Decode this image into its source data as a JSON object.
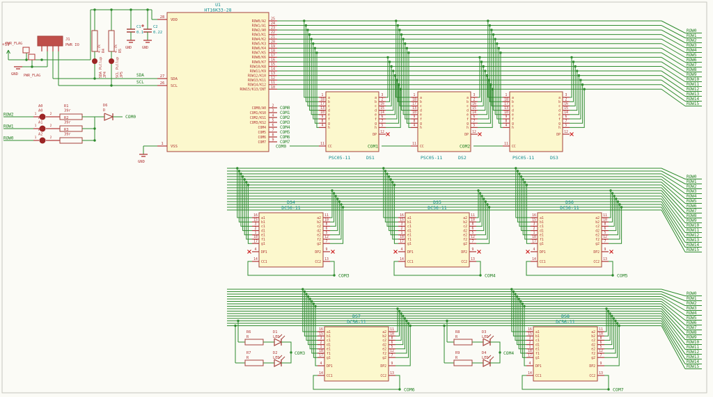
{
  "colors": {
    "wire": "#2e8b2e",
    "outline": "#a5423c",
    "fill": "#fcf8cd",
    "pin": "#b03434",
    "ref": "#0c8b8b",
    "val": "#b03434",
    "net": "#1e7d1e",
    "nc": "#cc2222",
    "frame": "#c6c6bd",
    "bg": "#fbfbf6",
    "conn_fill": "#bf4f4a",
    "jumper_fill": "#9b2424"
  },
  "power": {
    "v5": "+5V",
    "gnd": "GND",
    "flag": "PWR_FLAG",
    "j1_ref": "J1",
    "j1_val": "PWR IO",
    "r4_ref": "R4",
    "r4_val": "4.7k",
    "jp4_ref": "JP4",
    "jp4_val": "SDA Pullup",
    "r5_ref": "R5",
    "r5_val": "4.7k",
    "jp5_ref": "JP5",
    "jp5_val": "SCL Pullup",
    "c1_ref": "C1",
    "c1_val": "0.1",
    "c2_ref": "C2",
    "c2_val": "0.22",
    "sda": "SDA",
    "scl": "SCL"
  },
  "ic": {
    "ref": "U1",
    "part": "HT16K33-28",
    "left": [
      {
        "n": "VDD",
        "p": "28"
      },
      {
        "n": "SDA",
        "p": "27"
      },
      {
        "n": "SCL",
        "p": "26"
      },
      {
        "n": "VSS",
        "p": "1"
      }
    ],
    "rows": [
      {
        "n": "ROW0/A2",
        "p": "25"
      },
      {
        "n": "ROW1/A1",
        "p": "24"
      },
      {
        "n": "ROW2/A0",
        "p": "23"
      },
      {
        "n": "ROW3/K1",
        "p": "22"
      },
      {
        "n": "ROW4/K2",
        "p": "21"
      },
      {
        "n": "ROW5/K3",
        "p": "20"
      },
      {
        "n": "ROW6/K4",
        "p": "19"
      },
      {
        "n": "ROW7/K5",
        "p": "18"
      },
      {
        "n": "ROW8/K6",
        "p": "17"
      },
      {
        "n": "ROW9/K7",
        "p": "16"
      },
      {
        "n": "ROW10/K8",
        "p": "15"
      },
      {
        "n": "ROW11/K9",
        "p": "14"
      },
      {
        "n": "ROW12/K10",
        "p": "13"
      },
      {
        "n": "ROW13/K11",
        "p": "12"
      },
      {
        "n": "ROW14/K12",
        "p": "11"
      },
      {
        "n": "ROW15/K13/INT",
        "p": "10"
      }
    ],
    "coms": [
      {
        "n": "COM0/A0",
        "p": "2",
        "net": "COM0"
      },
      {
        "n": "COM1/KS0",
        "p": "3",
        "net": "COM1"
      },
      {
        "n": "COM2/KS1",
        "p": "4",
        "net": "COM2"
      },
      {
        "n": "COM3/KS2",
        "p": "5",
        "net": "COM3"
      },
      {
        "n": "COM4",
        "p": "6",
        "net": "COM4"
      },
      {
        "n": "COM5",
        "p": "7",
        "net": "COM5"
      },
      {
        "n": "COM6",
        "p": "8",
        "net": "COM6"
      },
      {
        "n": "COM7",
        "p": "9",
        "net": "COM7"
      }
    ]
  },
  "adr": {
    "rows": [
      {
        "net": "ROW2",
        "jr": "A0",
        "jv": "A0",
        "rr": "R1",
        "rv": "39r"
      },
      {
        "net": "ROW1",
        "jr": "A1",
        "jv": "A1",
        "rr": "R2",
        "rv": "39r"
      },
      {
        "net": "ROW0",
        "jr": "A2",
        "jv": "A2",
        "rr": "R3",
        "rv": "39r"
      }
    ],
    "p1": "1",
    "p2": "2",
    "dr": "D6",
    "dv": "D",
    "net": "COM0"
  },
  "nets": [
    "ROW0",
    "ROW1",
    "ROW2",
    "ROW3",
    "ROW4",
    "ROW5",
    "ROW6",
    "ROW7",
    "ROW8",
    "ROW9",
    "ROW10",
    "ROW11",
    "ROW12",
    "ROW13",
    "ROW14",
    "ROW15"
  ],
  "sd": {
    "part": "PSC05-11",
    "cc": "CC",
    "ccp": "11",
    "dp": "DP",
    "dpp": "12",
    "L": [
      [
        "a",
        "1"
      ],
      [
        "b",
        "18"
      ],
      [
        "c",
        "17"
      ],
      [
        "d",
        "13"
      ],
      [
        "e",
        "10"
      ],
      [
        "f",
        "9"
      ],
      [
        "g",
        "8"
      ],
      [
        "h",
        "4"
      ]
    ],
    "R": [
      [
        "a",
        "3"
      ],
      [
        "b",
        "2"
      ],
      [
        "c",
        "16"
      ],
      [
        "d",
        "15"
      ],
      [
        "e",
        "14"
      ],
      [
        "f",
        "6"
      ],
      [
        "g",
        "7"
      ],
      [
        "h",
        "5"
      ]
    ],
    "units": [
      {
        "ref": "DS1",
        "net": "COM0"
      },
      {
        "ref": "DS2",
        "net": "COM1"
      },
      {
        "ref": "DS3",
        "net": "COM2"
      }
    ]
  },
  "dd": {
    "part": "DC56-11",
    "cc1": "CC1",
    "cc1p": "14",
    "cc2": "CC2",
    "cc2p": "13",
    "dp1": "DP1",
    "dp1p": "4",
    "dp2": "DP2",
    "dp2p": "9",
    "L": [
      [
        "a1",
        "16"
      ],
      [
        "b1",
        "15"
      ],
      [
        "c1",
        "3"
      ],
      [
        "d1",
        "2"
      ],
      [
        "e1",
        "1"
      ],
      [
        "f1",
        "18"
      ],
      [
        "g1",
        "17"
      ]
    ],
    "R": [
      [
        "a2",
        "11"
      ],
      [
        "b2",
        "10"
      ],
      [
        "c2",
        "8"
      ],
      [
        "d2",
        "6"
      ],
      [
        "e2",
        "5"
      ],
      [
        "f2",
        "12"
      ],
      [
        "g2",
        "7"
      ]
    ],
    "mid": [
      {
        "ref": "DS4",
        "net": "COM3"
      },
      {
        "ref": "DS5",
        "net": "COM4"
      },
      {
        "ref": "DS6",
        "net": "COM5"
      }
    ],
    "bot": [
      {
        "ref": "DS7",
        "net": "COM6"
      },
      {
        "ref": "DS8",
        "net": "COM7"
      }
    ]
  },
  "leds": [
    {
      "r1": "R6",
      "r1v": "R",
      "d1": "D1",
      "d1v": "LED",
      "r2": "R7",
      "r2v": "R",
      "d2": "D2",
      "d2v": "LED",
      "net": "COM3"
    },
    {
      "r1": "R8",
      "r1v": "R",
      "d1": "D3",
      "d1v": "LED",
      "r2": "R9",
      "r2v": "R",
      "d2": "D4",
      "d2v": "LED",
      "net": "COM4"
    }
  ]
}
